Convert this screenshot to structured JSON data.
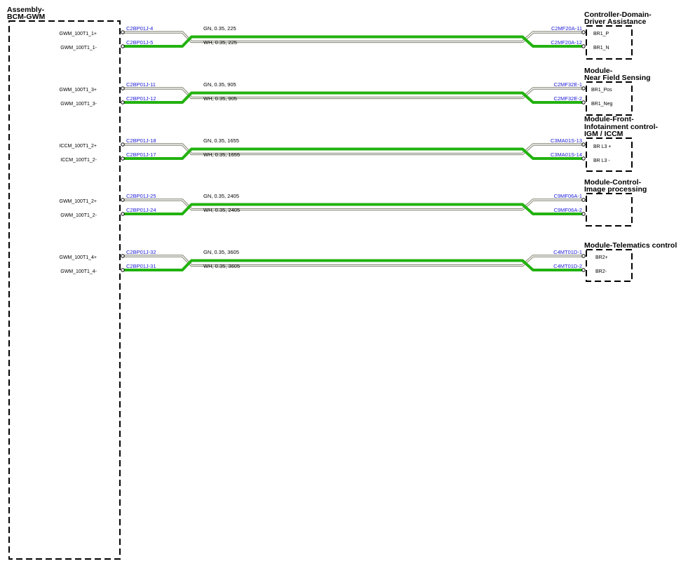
{
  "left_module": {
    "title_lines": [
      "Assembly-",
      "BCM-GWM"
    ],
    "pins": [
      "GWM_100T1_1+",
      "GWM_100T1_1-",
      "GWM_100T1_3+",
      "GWM_100T1_3-",
      "ICCM_100T1_2+",
      "ICCM_100T1_2-",
      "GWM_100T1_2+",
      "GWM_100T1_2-",
      "GWM_100T1_4+",
      "GWM_100T1_4-"
    ]
  },
  "groups": [
    {
      "right_title_lines": [
        "Controller-Domain-",
        "Driver Assistance"
      ],
      "right_pins": [
        "BR1_P",
        "BR1_N"
      ],
      "wires": [
        {
          "left_conn": "C2BP01J-4",
          "spec": "GN,  0.35,  225",
          "right_conn": "C2MF20A-11"
        },
        {
          "left_conn": "C2BP01J-5",
          "spec": "WH,  0.35,  225",
          "right_conn": "C2MF20A-12"
        }
      ]
    },
    {
      "right_title_lines": [
        "Module-",
        "Near Field Sensing"
      ],
      "right_pins": [
        "BR1_Pos",
        "BR1_Neg"
      ],
      "wires": [
        {
          "left_conn": "C2BP01J-11",
          "spec": "GN,  0.35,  905",
          "right_conn": "C2MF32E-1"
        },
        {
          "left_conn": "C2BP01J-12",
          "spec": "WH,  0.35,  905",
          "right_conn": "C2MF32E-2"
        }
      ]
    },
    {
      "right_title_lines": [
        "Module-Front-",
        "Infotainment control-",
        "IGM / ICCM"
      ],
      "right_pins": [
        "BR L3 +",
        "BR L3 -"
      ],
      "wires": [
        {
          "left_conn": "C2BP01J-18",
          "spec": "GN,  0.35,  1655",
          "right_conn": "C3MA01S-13"
        },
        {
          "left_conn": "C2BP01J-17",
          "spec": "WH,  0.35,  1655",
          "right_conn": "C3MA01S-14"
        }
      ]
    },
    {
      "right_title_lines": [
        "Module-Control-",
        "Image processing"
      ],
      "right_pins": [
        "",
        ""
      ],
      "wires": [
        {
          "left_conn": "C2BP01J-25",
          "spec": "GN,  0.35,  2405",
          "right_conn": "C9MF06A-1"
        },
        {
          "left_conn": "C2BP01J-24",
          "spec": "WH,  0.35,  2405",
          "right_conn": "C9MF06A-2"
        }
      ]
    },
    {
      "right_title_lines": [
        "Module-Telematics control"
      ],
      "right_pins": [
        "BR2+",
        "BR2-"
      ],
      "wires": [
        {
          "left_conn": "C2BP01J-32",
          "spec": "GN,  0.35,  3605",
          "right_conn": "C4MT01D-1"
        },
        {
          "left_conn": "C2BP01J-31",
          "spec": "WH,  0.35,  3605",
          "right_conn": "C4MT01D-2"
        }
      ]
    }
  ],
  "colors": {
    "wire_highlight": "#22b20f",
    "connector_text": "#1a1ad8",
    "frame": "#000000"
  }
}
